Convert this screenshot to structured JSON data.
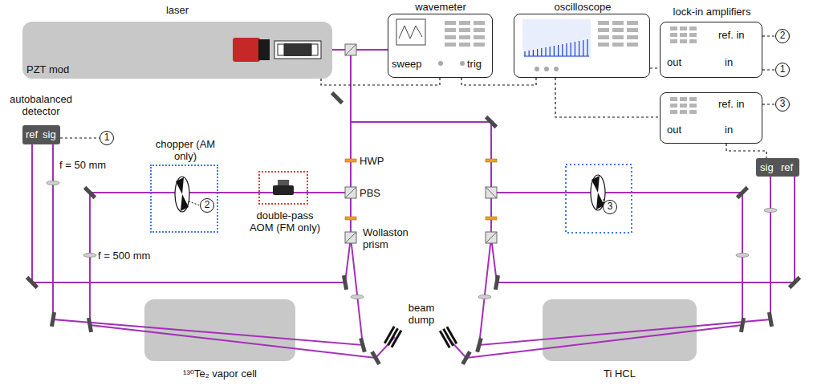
{
  "diagram": {
    "nodes": [
      {
        "text": [
          "laser",
          "PZT mod"
        ]
      },
      {
        "text": [
          "wavemeter",
          "sweep",
          "trig"
        ]
      },
      {
        "text": [
          "oscilloscope"
        ]
      },
      {
        "text": [
          "lock-in amplifiers",
          "ref. in",
          "out",
          "in"
        ]
      },
      {
        "text": [
          "2"
        ]
      },
      {
        "text": [
          "1"
        ]
      },
      {
        "text": [
          "ref. in",
          "out",
          "in"
        ]
      },
      {
        "text": [
          "3"
        ]
      },
      {
        "text": [
          "autobalanced detector",
          "ref",
          "sig"
        ]
      },
      {
        "text": [
          "1"
        ]
      },
      {
        "text": [
          "chopper (AM only)"
        ]
      },
      {
        "text": [
          "2"
        ],
        "in": 10
      },
      {
        "text": [
          "double-pass AOM (FM only)"
        ]
      },
      {
        "text": [
          "3"
        ]
      },
      {
        "text": [
          "sig",
          "ref"
        ]
      },
      {
        "text": [
          "¹³⁰Te₂ vapor cell"
        ]
      },
      {
        "text": [
          "Ti HCL"
        ]
      }
    ],
    "edges": [
      {
        "from": 0,
        "to": 1,
        "arrow": "none"
      },
      {
        "from": 1,
        "to": 2,
        "arrow": "none"
      },
      {
        "from": 2,
        "to": 3,
        "arrow": "none"
      },
      {
        "from": 2,
        "to": 6,
        "arrow": "none"
      },
      {
        "from": 3,
        "to": 4,
        "arrow": "none"
      },
      {
        "from": 3,
        "to": 5,
        "arrow": "none"
      },
      {
        "from": 8,
        "to": 9,
        "arrow": "none"
      },
      {
        "from": 6,
        "to": 7,
        "arrow": "none"
      },
      {
        "from": 6,
        "to": 14,
        "arrow": "none"
      }
    ],
    "labels": [
      "HWP",
      "PBS",
      "Wollaston prism",
      "beam dump",
      "f = 50 mm",
      "f = 500 mm"
    ]
  }
}
